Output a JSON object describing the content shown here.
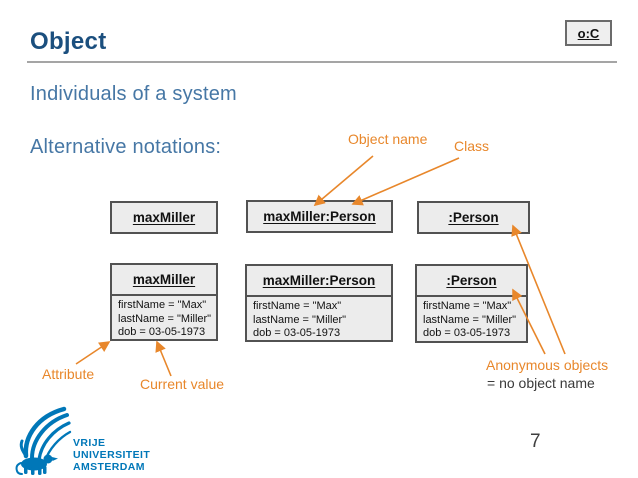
{
  "slide": {
    "title": "Object",
    "corner_badge": "o:C",
    "subtitle_1": "Individuals of a system",
    "subtitle_2": "Alternative notations:",
    "page_number": "7"
  },
  "uml": {
    "row1": [
      {
        "header": "maxMiller"
      },
      {
        "header": "maxMiller:Person"
      },
      {
        "header": ":Person"
      }
    ],
    "row2": [
      {
        "header": "maxMiller",
        "attrs": [
          "firstName = \"Max\"",
          "lastName = \"Miller\"",
          "dob = 03-05-1973"
        ]
      },
      {
        "header": "maxMiller:Person",
        "attrs": [
          "firstName = \"Max\"",
          "lastName = \"Miller\"",
          "dob = 03-05-1973"
        ]
      },
      {
        "header": ":Person",
        "attrs": [
          "firstName = \"Max\"",
          "lastName = \"Miller\"",
          "dob = 03-05-1973"
        ]
      }
    ]
  },
  "annotations": {
    "object_name": "Object name",
    "class_label": "Class",
    "attribute": "Attribute",
    "current_value": "Current value",
    "anonymous_line1": "Anonymous objects",
    "anonymous_line2": "= no object name"
  },
  "logo": {
    "line1": "VRIJE",
    "line2": "UNIVERSITEIT",
    "line3": "AMSTERDAM"
  },
  "colors": {
    "title_blue": "#1B4F7E",
    "body_blue": "#4677A5",
    "accent_orange": "#E8872B",
    "vu_blue": "#0077B8",
    "box_fill": "#ECECEC",
    "box_border": "#525252"
  }
}
